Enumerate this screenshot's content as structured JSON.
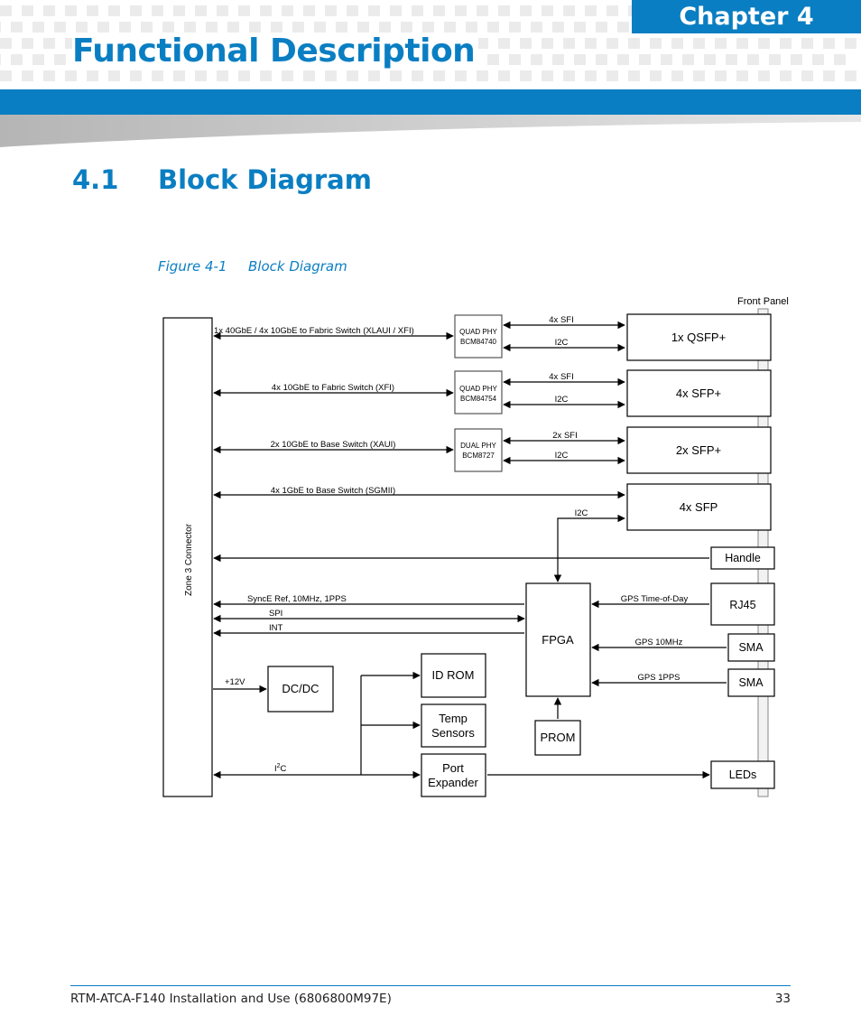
{
  "header": {
    "chapter_label": "Chapter 4",
    "chapter_title": "Functional Description",
    "accent_color": "#0a7ec2"
  },
  "section": {
    "number": "4.1",
    "title": "Block Diagram"
  },
  "figure": {
    "number": "Figure 4-1",
    "title": "Block Diagram"
  },
  "diagram": {
    "front_panel_label": "Front Panel",
    "zone3_label": "Zone 3 Connector",
    "phys": [
      {
        "line1": "QUAD PHY",
        "line2": "BCM84740"
      },
      {
        "line1": "QUAD PHY",
        "line2": "BCM84754"
      },
      {
        "line1": "DUAL PHY",
        "line2": "BCM8727"
      }
    ],
    "ports": [
      "1x QSFP+",
      "4x SFP+",
      "2x SFP+",
      "4x SFP",
      "Handle",
      "RJ45",
      "SMA",
      "SMA",
      "LEDs"
    ],
    "links": {
      "fabric_40g": "1x 40GbE / 4x 10GbE to Fabric Switch (XLAUI / XFI)",
      "fabric_10g": "4x 10GbE to Fabric Switch (XFI)",
      "base_10g": "2x 10GbE to Base Switch (XAUI)",
      "base_1g": "4x 1GbE to Base Switch (SGMII)",
      "sfi_4x_a": "4x SFI",
      "sfi_4x_b": "4x SFI",
      "sfi_2x": "2x SFI",
      "i2c_a": "I2C",
      "i2c_b": "I2C",
      "i2c_c": "I2C",
      "i2c_fpga": "I2C",
      "synce": "SyncE Ref, 10MHz, 1PPS",
      "spi": "SPI",
      "int": "INT",
      "gps_tod": "GPS Time-of-Day",
      "gps_10mhz": "GPS 10MHz",
      "gps_1pps": "GPS 1PPS",
      "plus12v": "+12V",
      "i2c_main": "I",
      "i2c_main_sup": "2",
      "i2c_main_tail": "C"
    },
    "fpga_label": "FPGA",
    "prom_label": "PROM",
    "dcdc_label": "DC/DC",
    "idrom_label": "ID ROM",
    "temp_line1": "Temp",
    "temp_line2": "Sensors",
    "port_line1": "Port",
    "port_line2": "Expander"
  },
  "footer": {
    "doc_title": "RTM-ATCA-F140 Installation and Use (6806800M97E)",
    "page_number": "33"
  }
}
